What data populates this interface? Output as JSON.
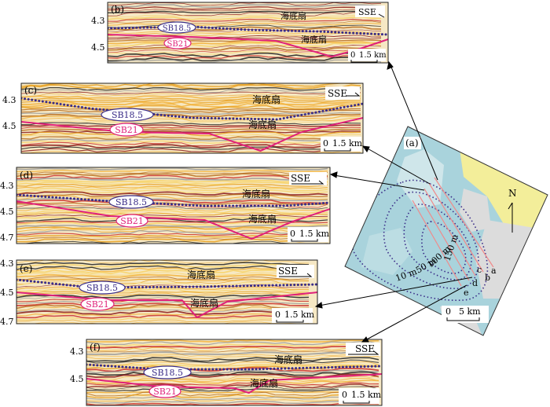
{
  "direction_label": "SSE",
  "scale_text": "1.5 km",
  "scale_zero": "0",
  "horizon_upper": "SB18.5",
  "horizon_lower": "SB21",
  "fan_label": "海底扇",
  "panels": [
    {
      "id": "b",
      "label": "(b)",
      "depth_ticks": [
        "4.3",
        "4.5"
      ]
    },
    {
      "id": "c",
      "label": "(c)",
      "depth_ticks": [
        "4.3",
        "4.5"
      ]
    },
    {
      "id": "d",
      "label": "(d)",
      "depth_ticks": [
        "4.3",
        "4.5",
        "4.7"
      ]
    },
    {
      "id": "e",
      "label": "(e)",
      "depth_ticks": [
        "4.3",
        "4.5",
        "4.7"
      ]
    },
    {
      "id": "f",
      "label": "(f)",
      "depth_ticks": [
        "4.3",
        "4.5"
      ]
    }
  ],
  "map": {
    "label": "(a)",
    "north": "N",
    "contours": [
      "150 m",
      "100 m",
      "50 m",
      "10 m"
    ],
    "line_letters": [
      "a",
      "b",
      "c",
      "d",
      "e"
    ],
    "scale_zero": "0",
    "scale_text": "5 km"
  },
  "colors": {
    "upper_horizon": "#3a2c88",
    "lower_horizon": "#e0207a",
    "map_blue": "#a9d3dc",
    "map_yellow": "#f3ee9a",
    "map_grey": "#dcdcdc"
  }
}
